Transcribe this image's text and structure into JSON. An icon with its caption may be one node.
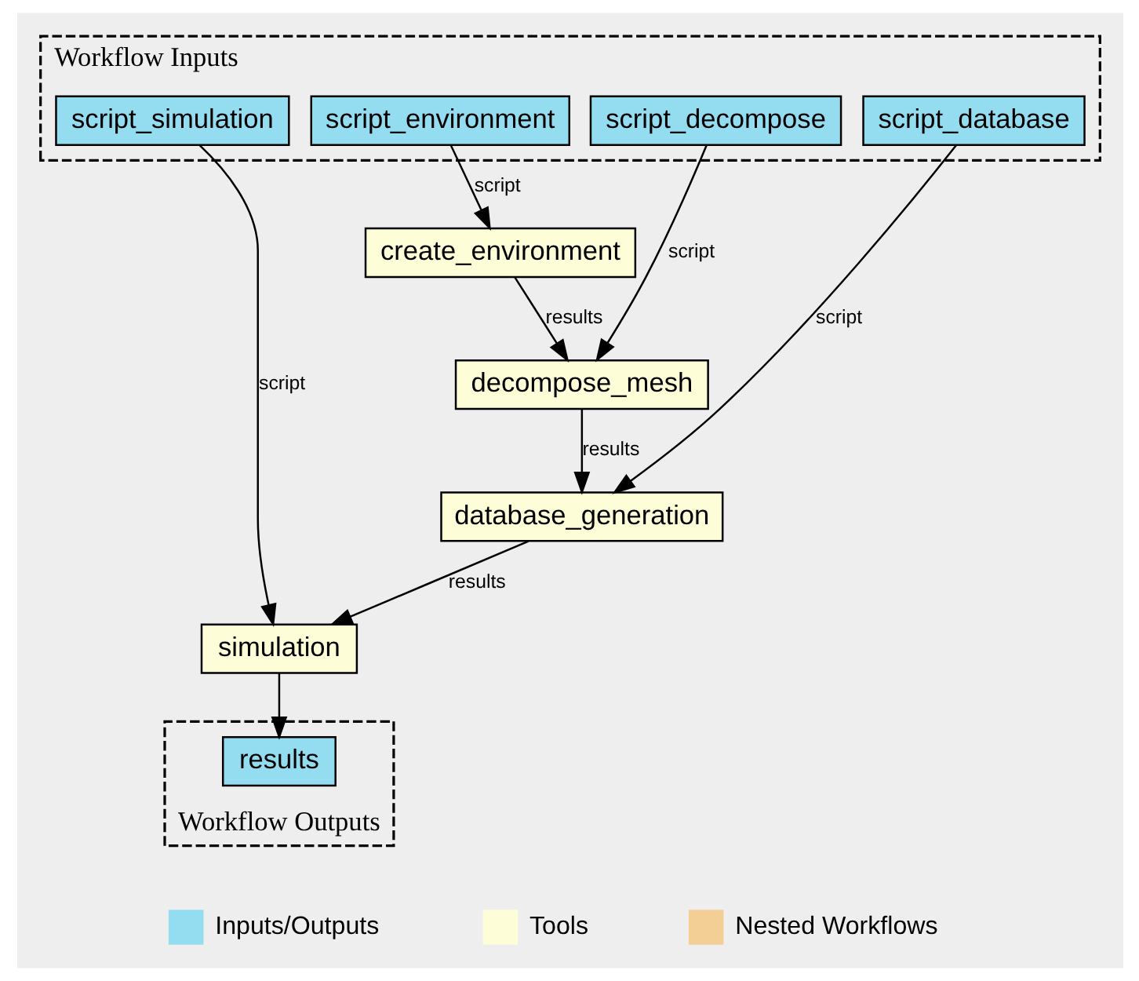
{
  "diagram": {
    "nodes": [
      {
        "text": [
          "Workflow Inputs"
        ]
      },
      {
        "text": [
          "script_simulation"
        ],
        "in": 0
      },
      {
        "text": [
          "script_environment"
        ],
        "in": 0
      },
      {
        "text": [
          "script_decompose"
        ],
        "in": 0
      },
      {
        "text": [
          "script_database"
        ],
        "in": 0
      },
      {
        "text": [
          "create_environment"
        ]
      },
      {
        "text": [
          "decompose_mesh"
        ]
      },
      {
        "text": [
          "database_generation"
        ]
      },
      {
        "text": [
          "simulation"
        ]
      },
      {
        "text": [
          "Workflow Outputs"
        ]
      },
      {
        "text": [
          "results"
        ],
        "in": 9
      }
    ],
    "edges": [
      {
        "from": 1,
        "to": 8,
        "arrow": "to",
        "label": "script"
      },
      {
        "from": 2,
        "to": 5,
        "arrow": "to",
        "label": "script"
      },
      {
        "from": 3,
        "to": 6,
        "arrow": "to",
        "label": "script"
      },
      {
        "from": 4,
        "to": 7,
        "arrow": "to",
        "label": "script"
      },
      {
        "from": 5,
        "to": 6,
        "arrow": "to",
        "label": "results"
      },
      {
        "from": 6,
        "to": 7,
        "arrow": "to",
        "label": "results"
      },
      {
        "from": 7,
        "to": 8,
        "arrow": "to",
        "label": "results"
      },
      {
        "from": 8,
        "to": 10,
        "arrow": "to"
      }
    ],
    "legend": [
      {
        "text": "Inputs/Outputs",
        "color": "#94ddf0"
      },
      {
        "text": "Tools",
        "color": "#fdfdd8"
      },
      {
        "text": "Nested Workflows",
        "color": "#f3cf95"
      }
    ]
  }
}
